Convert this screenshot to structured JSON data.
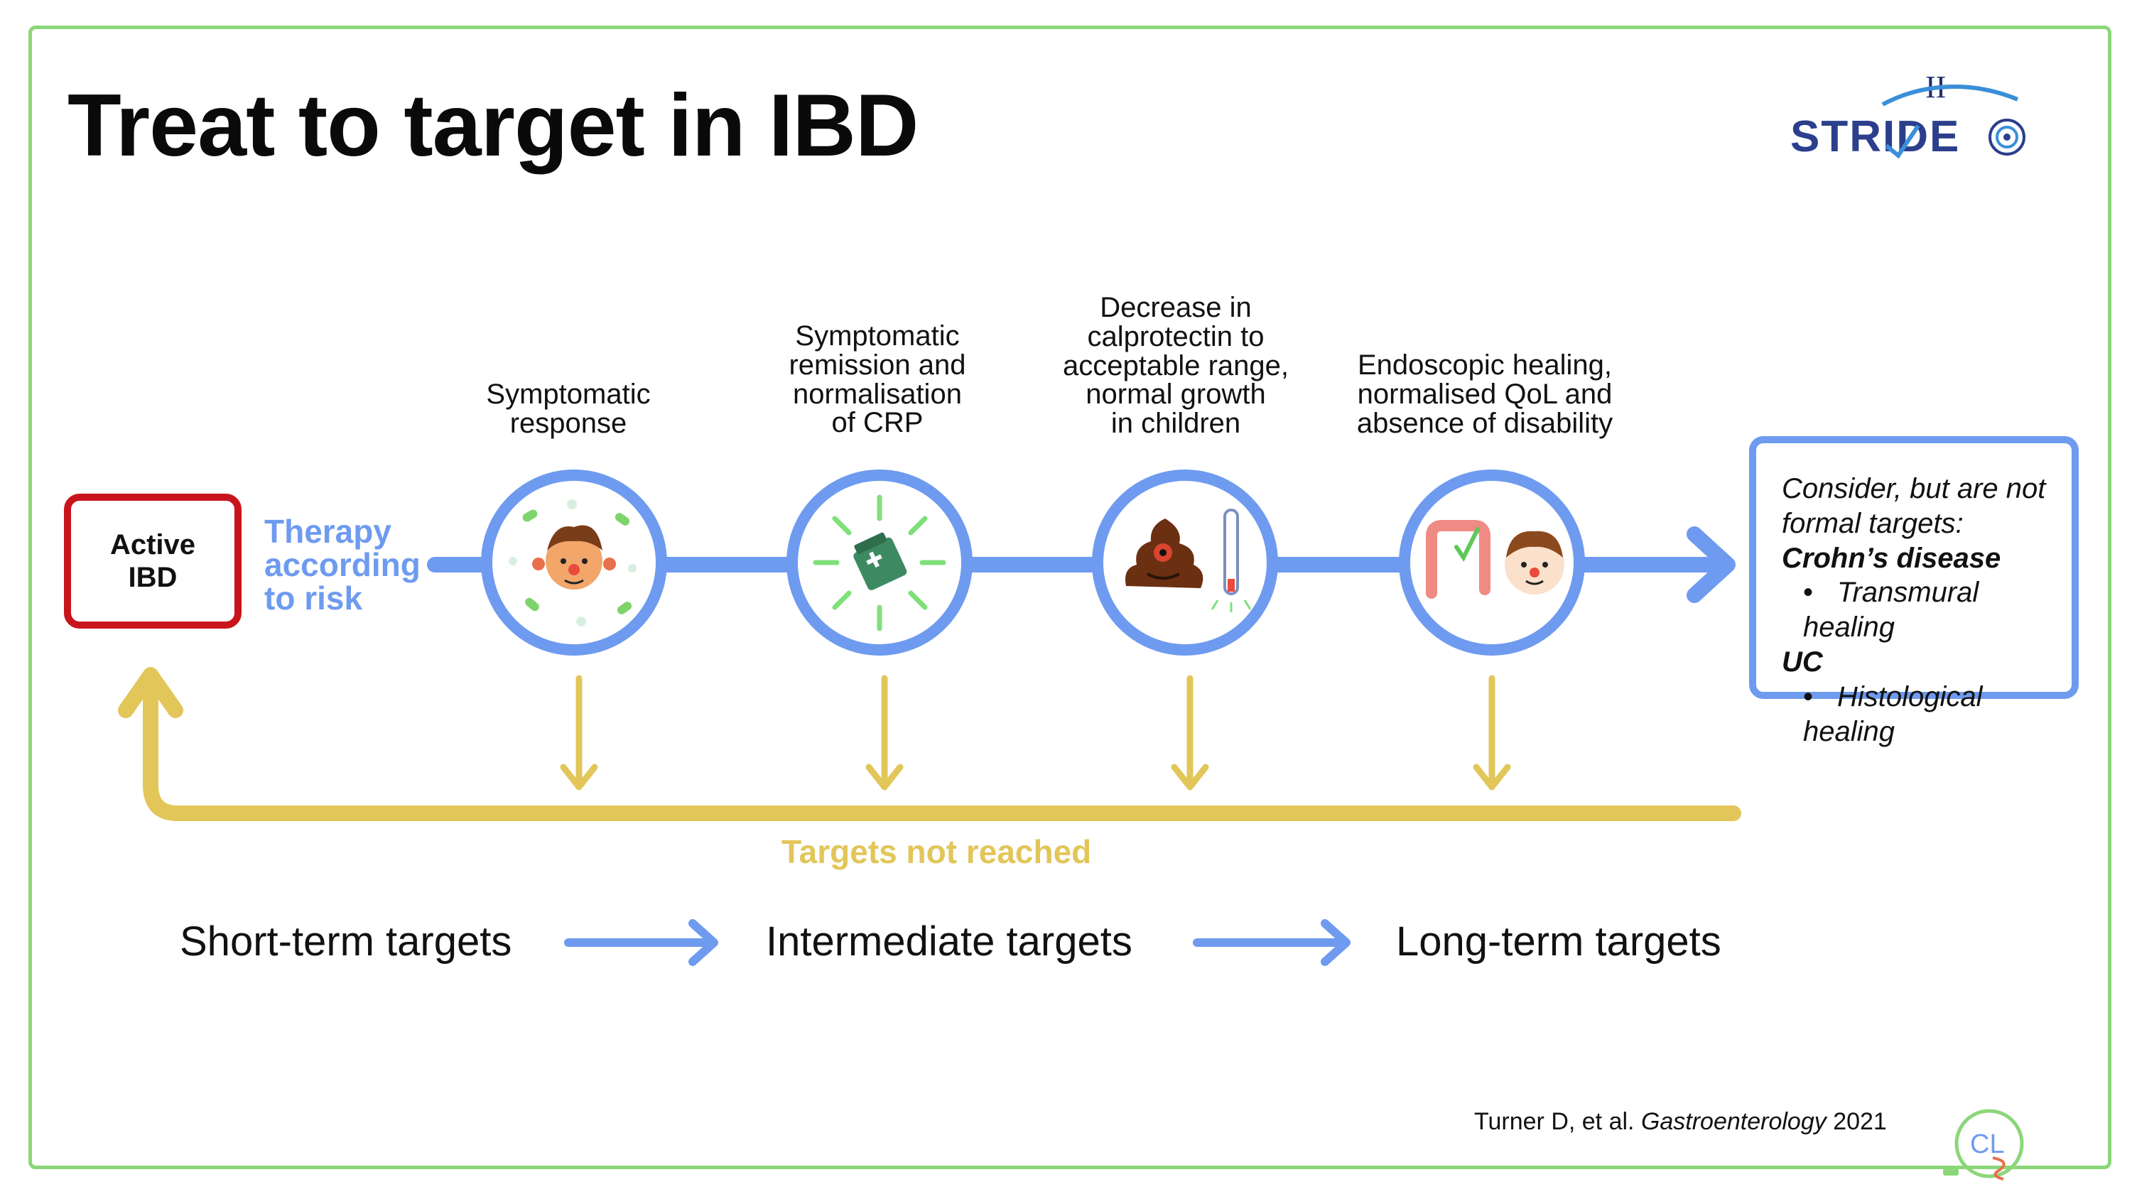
{
  "title": "Treat to target in IBD",
  "logo": {
    "text": "STRIDE",
    "numeral": "II"
  },
  "start": {
    "active": "Active\nIBD",
    "therapy": "Therapy\naccording\nto risk"
  },
  "stages": [
    {
      "label": "Symptomatic\nresponse",
      "icon": "face-with-pills-icon"
    },
    {
      "label": "Symptomatic\nremission and\nnormalisation\nof CRP",
      "icon": "test-kit-icon"
    },
    {
      "label": "Decrease in\ncalprotectin to\nacceptable range,\nnormal growth\nin children",
      "icon": "stool-thermometer-icon"
    },
    {
      "label": "Endoscopic healing,\nnormalised QoL and\nabsence of disability",
      "icon": "healthy-colon-face-icon"
    }
  ],
  "feedback_label": "Targets not reached",
  "consider": {
    "intro": "Consider, but are not formal targets:",
    "groups": [
      {
        "name": "Crohn’s disease",
        "item": "Transmural healing"
      },
      {
        "name": "UC",
        "item": "Histological healing"
      }
    ]
  },
  "timeline": {
    "short": "Short-term targets",
    "intermediate": "Intermediate targets",
    "long": "Long-term targets"
  },
  "citation": {
    "authors": "Turner D, et al.",
    "journal": "Gastroenterology",
    "year": "2021"
  },
  "colors": {
    "blue": "#6e9bef",
    "yellow": "#e2c65a",
    "red": "#c8151c",
    "green_frame": "#8cd67a"
  }
}
